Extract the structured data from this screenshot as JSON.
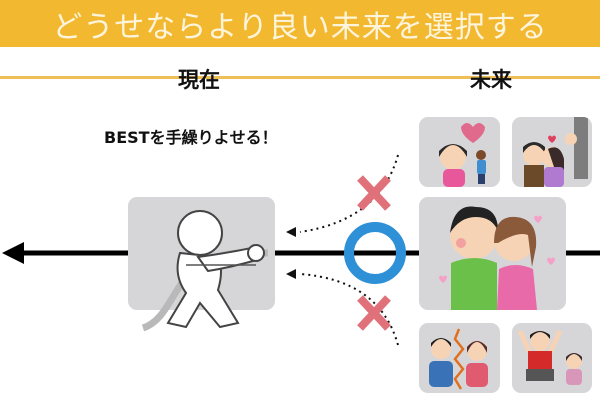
{
  "header": {
    "title": "どうせならより良い未来を選択する",
    "color": "#f2b830"
  },
  "columns": {
    "now_label": "現在",
    "future_label": "未来"
  },
  "caption": "BESTを手繰りよせる！",
  "present": {
    "icon": "person-pulling-rope-icon"
  },
  "choices": {
    "bad_marker": {
      "symbol": "×",
      "color": "#e0717a"
    },
    "good_marker": {
      "symbol": "○",
      "color": "#2e90d6"
    }
  },
  "futures": [
    {
      "id": "heartbreak",
      "icon": "heartbroken-woman-icon"
    },
    {
      "id": "cheating",
      "icon": "cheating-couple-icon"
    },
    {
      "id": "happy-couple",
      "icon": "happy-couple-icon",
      "selected": true
    },
    {
      "id": "quarrel",
      "icon": "quarreling-couple-icon"
    },
    {
      "id": "angry",
      "icon": "angry-man-crying-woman-icon"
    }
  ]
}
